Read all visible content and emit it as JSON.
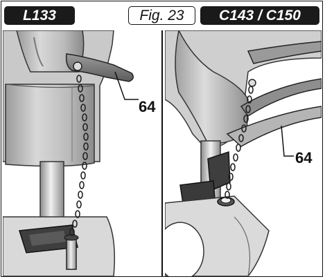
{
  "header": {
    "left_model": "L133",
    "figure_label": "Fig. 23",
    "right_model": "C143 / C150"
  },
  "callouts": {
    "left_part_number": "64",
    "right_part_number": "64"
  },
  "colors": {
    "tag_background": "#1a1a1a",
    "tag_text": "#ffffff",
    "line_art": "#111111"
  }
}
